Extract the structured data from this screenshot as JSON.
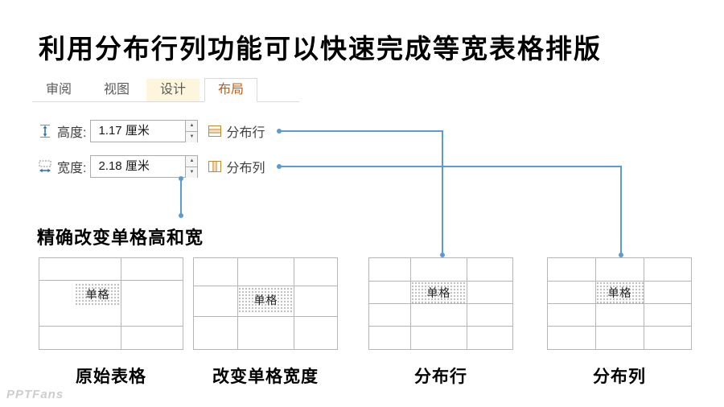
{
  "title": "利用分布行列功能可以快速完成等宽表格排版",
  "ribbon": {
    "tabs": [
      {
        "label": "审阅"
      },
      {
        "label": "视图"
      },
      {
        "label": "设计"
      },
      {
        "label": "布局"
      }
    ]
  },
  "controls": {
    "height": {
      "label": "高度:",
      "value": "1.17 厘米"
    },
    "width": {
      "label": "宽度:",
      "value": "2.18 厘米"
    },
    "distribute_rows_label": "分布行",
    "distribute_columns_label": "分布列",
    "spin_up": "▲",
    "spin_down": "▼"
  },
  "section_heading": "精确改变单格高和宽",
  "cell_label": "单格",
  "table_captions": [
    "原始表格",
    "改变单格宽度",
    "分布行",
    "分布列"
  ],
  "watermark": "PPTFans",
  "colors": {
    "connector_blue": "#5b9bd5",
    "active_tab_text": "#c45911",
    "design_tab_bg": "#fdf5dc",
    "table_border": "#b5b5b5"
  }
}
